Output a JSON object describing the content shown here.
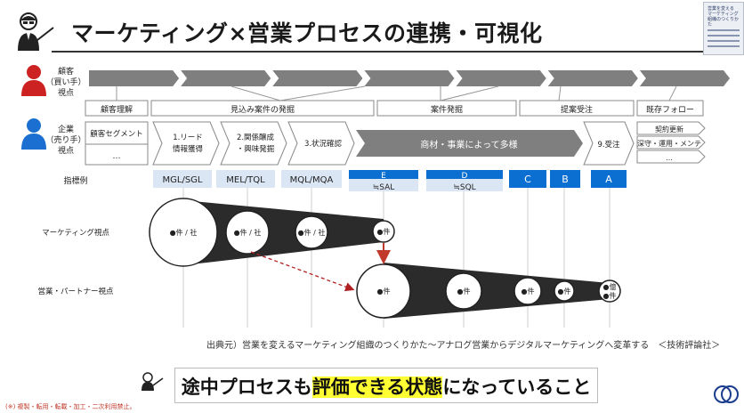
{
  "title": "マーケティング×営業プロセスの連携・可視化",
  "book_cover": {
    "text": "営業を変える マーケティング組織のつくりかた"
  },
  "buyer_label": [
    "顧客",
    "（買い手）",
    "視点"
  ],
  "seller_label": [
    "企業",
    "（売り手）",
    "視点"
  ],
  "buyer_stage_count": 7,
  "phases": [
    "顧客理解",
    "見込み案件の発掘",
    "案件発掘",
    "提案受注",
    "既存フォロー"
  ],
  "seller_row": {
    "box1": [
      "顧客セグメント",
      "…"
    ],
    "steps": [
      {
        "lines": [
          "1.リード",
          "情報獲得"
        ]
      },
      {
        "lines": [
          "2.関係醸成",
          "・興味発掘"
        ]
      },
      {
        "lines": [
          "3.状況確認"
        ]
      }
    ],
    "banner": "商材・事業によって多様",
    "order_step": "9.受注",
    "last": [
      "契約更新",
      "深守・運用・メンテ",
      "…"
    ]
  },
  "kpi_row": {
    "label": "指標例",
    "items": [
      {
        "label": "MGL/SGL",
        "style": "light"
      },
      {
        "label": "MEL/TQL",
        "style": "light"
      },
      {
        "label": "MQL/MQA",
        "style": "light"
      },
      {
        "label": "E",
        "sub": "≒SAL",
        "style": "split"
      },
      {
        "label": "D",
        "sub": "≒SQL",
        "style": "split"
      },
      {
        "label": "C",
        "style": "blue"
      },
      {
        "label": "B",
        "style": "blue"
      },
      {
        "label": "A",
        "style": "blue"
      }
    ]
  },
  "marketing_row": {
    "label": "マーケティング視点",
    "circles": [
      "●件 / 社",
      "●件 / 社",
      "●件 / 社",
      "●件"
    ]
  },
  "sales_row": {
    "label": "営業・パートナー視点",
    "circles": [
      [
        "●件"
      ],
      [
        "●件"
      ],
      [
        "●件"
      ],
      [
        "●件"
      ],
      [
        "●億",
        "●件"
      ]
    ]
  },
  "source": "出典元）営業を変えるマーケティング組織のつくりかた～アナログ営業からデジタルマーケティングへ変革する　＜技術評論社＞",
  "conclusion": {
    "before": "途中プロセスも",
    "highlight": "評価できる状態",
    "after": "になっていること"
  },
  "footnote": "(※) 複製・転用・転載・加工・二次利用禁止。",
  "colors": {
    "arrow": "#7f7f7f",
    "banner": "#7f7f7f",
    "kpi_blue": "#0a6fd0",
    "kpi_light": "#dbe6f4",
    "buyer_icon": "#cc2222",
    "seller_icon": "#1a6fd0",
    "down_arrow": "#c0392b",
    "dashed": "#b02020",
    "funnel": "#2b2b2b",
    "highlight": "#ffff33"
  }
}
